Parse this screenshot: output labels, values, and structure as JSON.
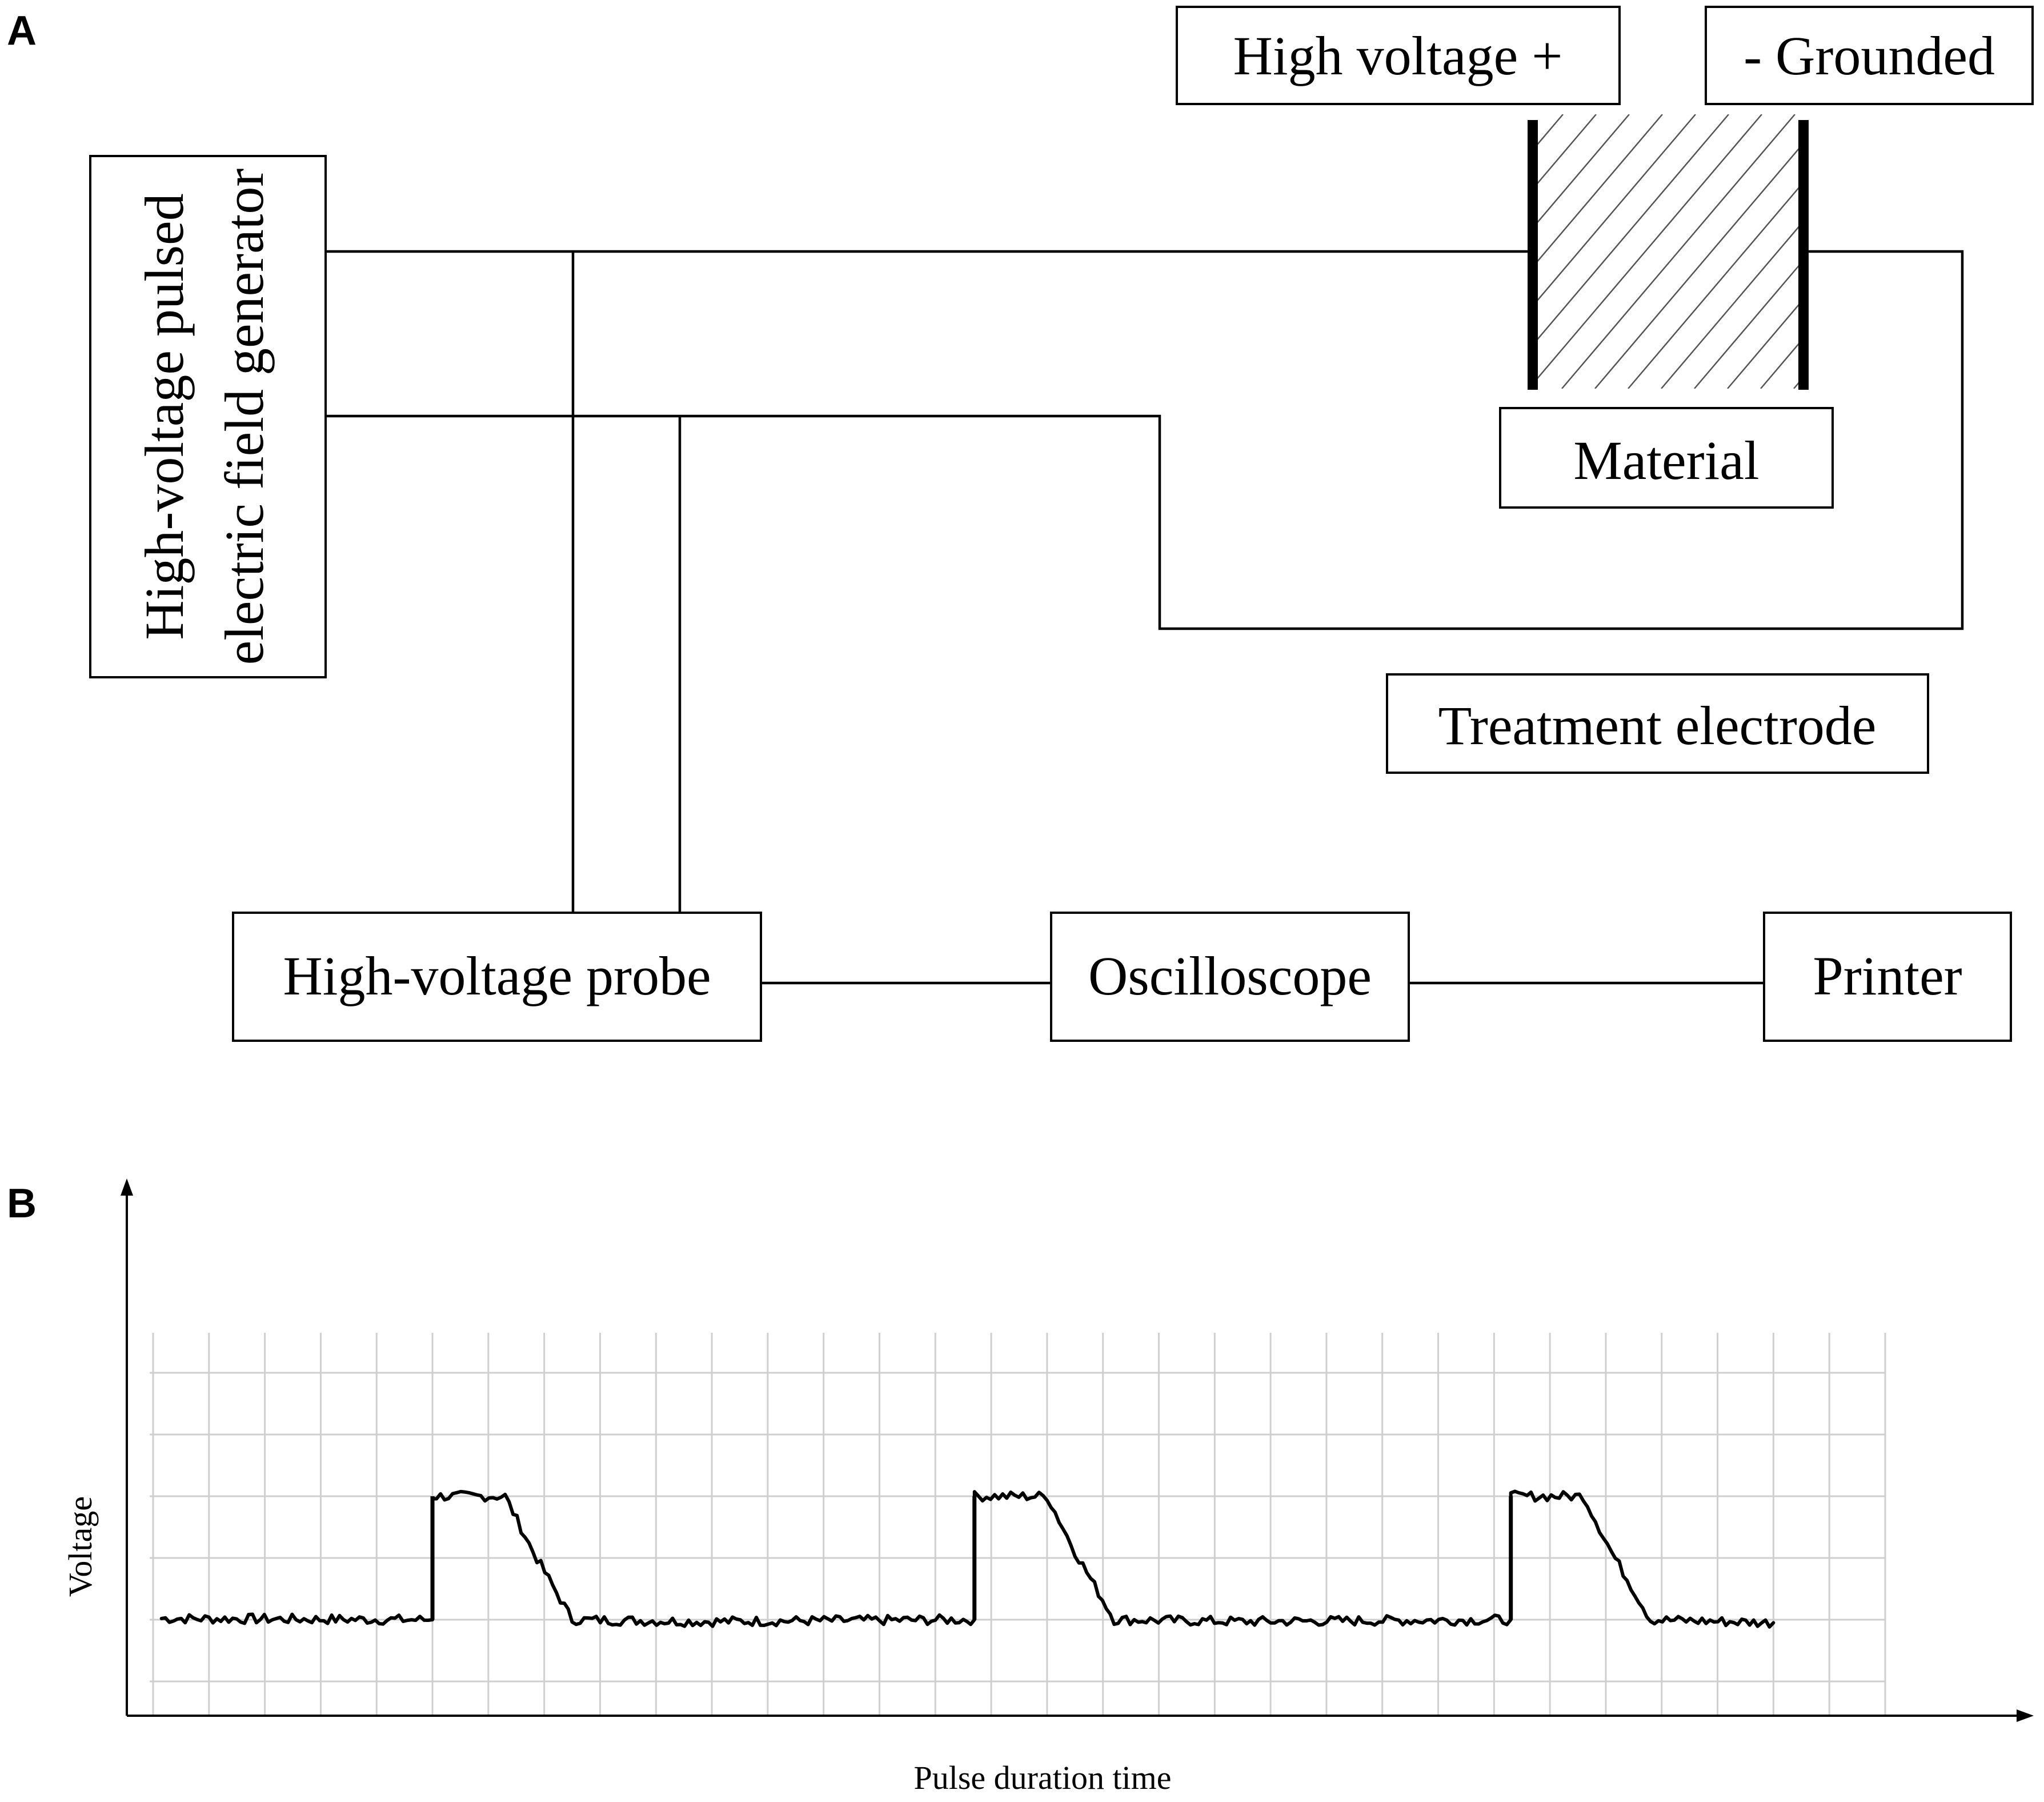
{
  "panels": {
    "a_label": "A",
    "b_label": "B"
  },
  "circuit": {
    "generator_line1": "High-voltage pulsed",
    "generator_line2": "electric field generator",
    "high_voltage": "High voltage +",
    "grounded": "- Grounded",
    "material": "Material",
    "treatment_electrode": "Treatment electrode",
    "probe": "High-voltage probe",
    "oscilloscope": "Oscilloscope",
    "printer": "Printer"
  },
  "chart_data": {
    "type": "line",
    "title": "",
    "xlabel": "Pulse duration time",
    "ylabel": "Voltage",
    "grid": true,
    "x_ticks_labeled": false,
    "y_ticks_labeled": false,
    "grid_columns": 31,
    "grid_rows": 5,
    "xlim": [
      0,
      31
    ],
    "ylim": [
      0,
      5
    ],
    "series": [
      {
        "points": [
          [
            0.15,
            1.02
          ],
          [
            4.4,
            1.0
          ],
          [
            5.0,
            1.0
          ],
          [
            5.0,
            3.0
          ],
          [
            6.3,
            3.0
          ],
          [
            6.8,
            2.1
          ],
          [
            7.5,
            1.0
          ],
          [
            9.8,
            0.97
          ],
          [
            14.5,
            1.0
          ],
          [
            14.7,
            1.0
          ],
          [
            14.7,
            3.0
          ],
          [
            16.0,
            3.0
          ],
          [
            16.5,
            2.1
          ],
          [
            17.2,
            1.0
          ],
          [
            19.5,
            0.97
          ],
          [
            24.3,
            1.0
          ],
          [
            24.3,
            3.0
          ],
          [
            25.6,
            3.0
          ],
          [
            26.1,
            2.1
          ],
          [
            26.8,
            1.0
          ],
          [
            29.0,
            0.95
          ]
        ]
      }
    ],
    "pulses": [
      {
        "rise_x": 5.0,
        "flat_end_x": 6.3,
        "high_level": 3.0,
        "baseline": 1.0
      },
      {
        "rise_x": 14.7,
        "flat_end_x": 16.0,
        "high_level": 3.0,
        "baseline": 1.0
      },
      {
        "rise_x": 24.3,
        "flat_end_x": 25.6,
        "high_level": 3.0,
        "baseline": 1.0
      }
    ]
  }
}
